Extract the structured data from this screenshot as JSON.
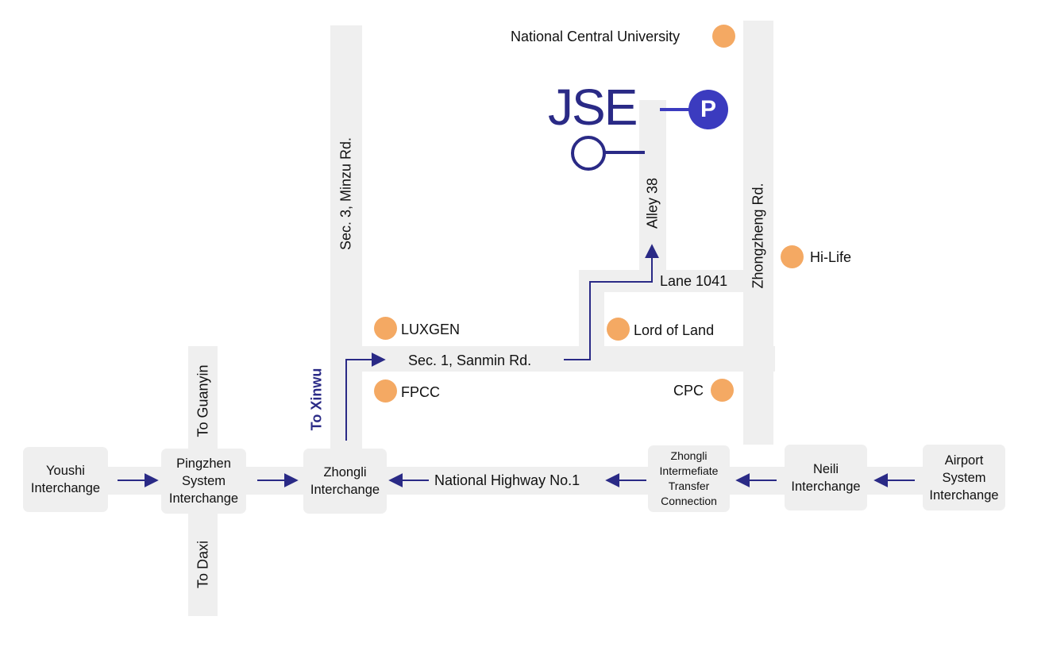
{
  "colors": {
    "road": "#efefef",
    "arrow": "#2a2a86",
    "poi": "#f4a963",
    "parking": "#3b3bbf"
  },
  "logo": {
    "text": "JSE",
    "icon": "magnifier-icon"
  },
  "parking": {
    "symbol": "P",
    "icon": "parking-icon"
  },
  "roads": {
    "minzu": "Sec. 3, Minzu Rd.",
    "zhongzheng": "Zhongzheng Rd.",
    "alley": "Alley 38",
    "lane": "Lane 1041",
    "sanmin": "Sec. 1, Sanmin Rd.",
    "highway": "National Highway No.1",
    "guanyin": "To Guanyin",
    "daxi": "To Daxi",
    "xinwu": "To Xinwu"
  },
  "interchanges": {
    "youshi": [
      "Youshi",
      "Interchange"
    ],
    "pingzhen": [
      "Pingzhen",
      "System",
      "Interchange"
    ],
    "zhongli": [
      "Zhongli",
      "Interchange"
    ],
    "transfer": [
      "Zhongli",
      "Intermefiate",
      "Transfer",
      "Connection"
    ],
    "neili": [
      "Neili",
      "Interchange"
    ],
    "airport": [
      "Airport",
      "System",
      "Interchange"
    ]
  },
  "pois": {
    "ncu": "National Central University",
    "hilife": "Hi-Life",
    "luxgen": "LUXGEN",
    "lordofland": "Lord of Land",
    "fpcc": "FPCC",
    "cpc": "CPC"
  }
}
